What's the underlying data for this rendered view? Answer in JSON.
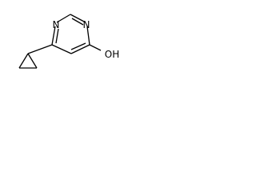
{
  "molecule": {
    "atoms": {
      "n_top_left": "N",
      "n_top_right": "N",
      "hydroxyl": "OH"
    },
    "colors": {
      "bond": "#000000",
      "label": "#000000",
      "background": "#ffffff"
    }
  }
}
